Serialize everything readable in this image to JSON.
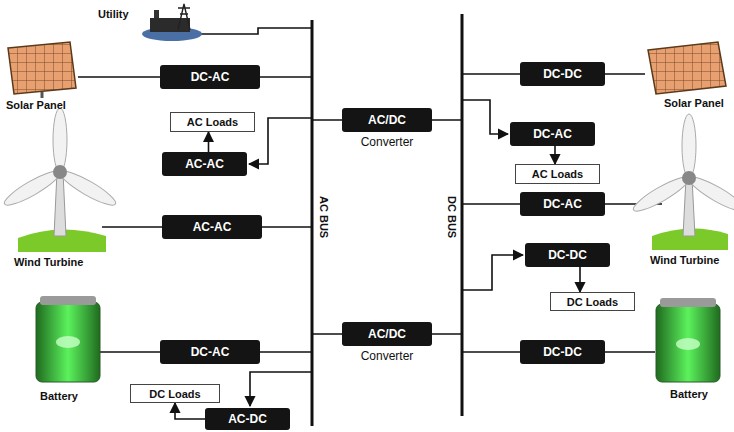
{
  "diagram": {
    "nodes": [
      {
        "text": [
          "DC-AC"
        ]
      },
      {
        "text": [
          "AC Loads"
        ]
      },
      {
        "text": [
          "AC-AC"
        ]
      },
      {
        "text": [
          "AC-AC"
        ]
      },
      {
        "text": [
          "DC-AC"
        ]
      },
      {
        "text": [
          "DC Loads"
        ]
      },
      {
        "text": [
          "AC-DC"
        ]
      },
      {
        "text": [
          "AC/DC",
          "Converter"
        ]
      },
      {
        "text": [
          "AC/DC",
          "Converter"
        ]
      },
      {
        "text": [
          "DC-DC"
        ]
      },
      {
        "text": [
          "DC-AC"
        ]
      },
      {
        "text": [
          "AC Loads"
        ]
      },
      {
        "text": [
          "DC-AC"
        ]
      },
      {
        "text": [
          "DC-DC"
        ]
      },
      {
        "text": [
          "DC Loads"
        ]
      },
      {
        "text": [
          "DC-DC"
        ]
      }
    ],
    "edges": [
      {
        "from": 2,
        "to": 1,
        "arrow": "to"
      },
      {
        "from": 6,
        "to": 5,
        "arrow": "to"
      },
      {
        "from": 10,
        "to": 11,
        "arrow": "to"
      },
      {
        "from": 13,
        "to": 14,
        "arrow": "to"
      }
    ],
    "labels": [
      "Utility",
      "Solar Panel",
      "Wind Turbine",
      "Battery",
      "AC BUS",
      "DC BUS",
      "Solar Panel",
      "Wind Turbine",
      "Battery"
    ]
  }
}
